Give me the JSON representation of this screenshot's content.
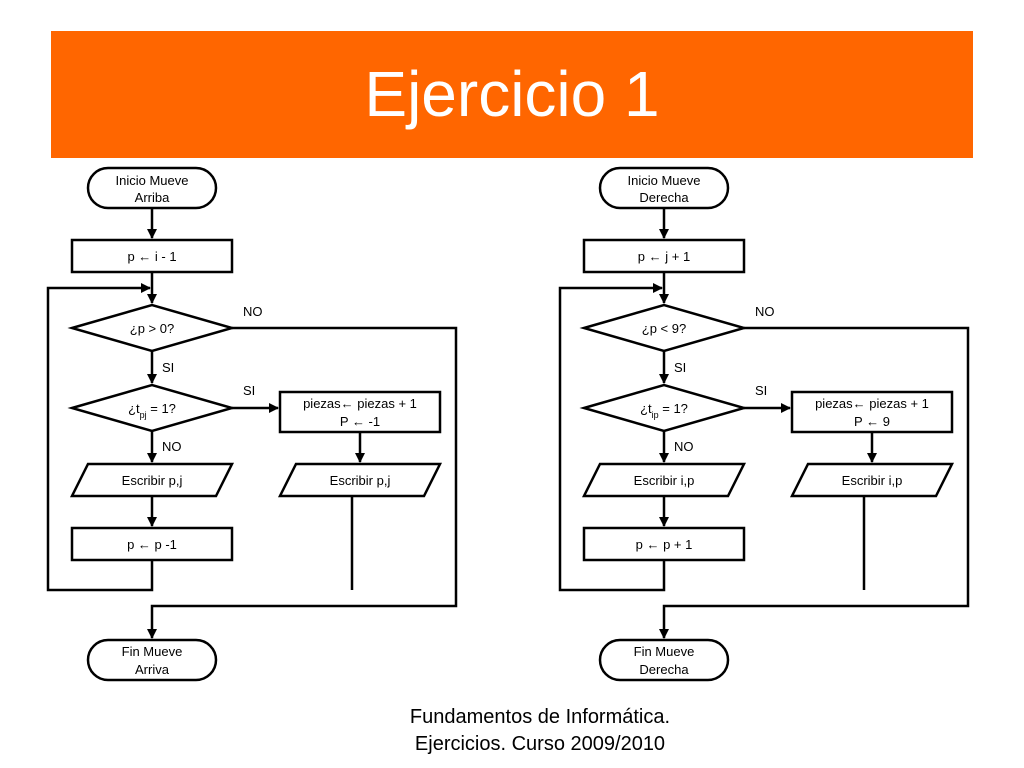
{
  "slide": {
    "title": "Ejercicio 1",
    "title_bg": "#ff6600",
    "footer_line1": "Fundamentos de Informática.",
    "footer_line2": "Ejercicios. Curso 2009/2010"
  },
  "left": {
    "start": [
      "Inicio Mueve",
      "Arriba"
    ],
    "init": "p ← i - 1",
    "cond1": "¿p > 0?",
    "cond2_prefix": "¿t",
    "cond2_sub": "pj",
    "cond2_suffix": " = 1?",
    "yes_action": [
      "piezas← piezas + 1",
      "P ← -1"
    ],
    "write_no": "Escribir  p,j",
    "write_yes": "Escribir  p,j",
    "update": "p ← p -1",
    "end": [
      "Fin Mueve",
      "Arriva"
    ],
    "label_no_top": "NO",
    "label_si_down": "SI",
    "label_si_right": "SI",
    "label_no_down": "NO"
  },
  "right": {
    "start": [
      "Inicio Mueve",
      "Derecha"
    ],
    "init": "p ← j + 1",
    "cond1": "¿p < 9?",
    "cond2_prefix": "¿t",
    "cond2_sub": "ip",
    "cond2_suffix": " = 1?",
    "yes_action": [
      "piezas← piezas + 1",
      "P ← 9"
    ],
    "write_no": "Escribir  i,p",
    "write_yes": "Escribir  i,p",
    "update": "p ← p + 1",
    "end": [
      "Fin Mueve",
      "Derecha"
    ],
    "label_no_top": "NO",
    "label_si_down": "SI",
    "label_si_right": "SI",
    "label_no_down": "NO"
  }
}
